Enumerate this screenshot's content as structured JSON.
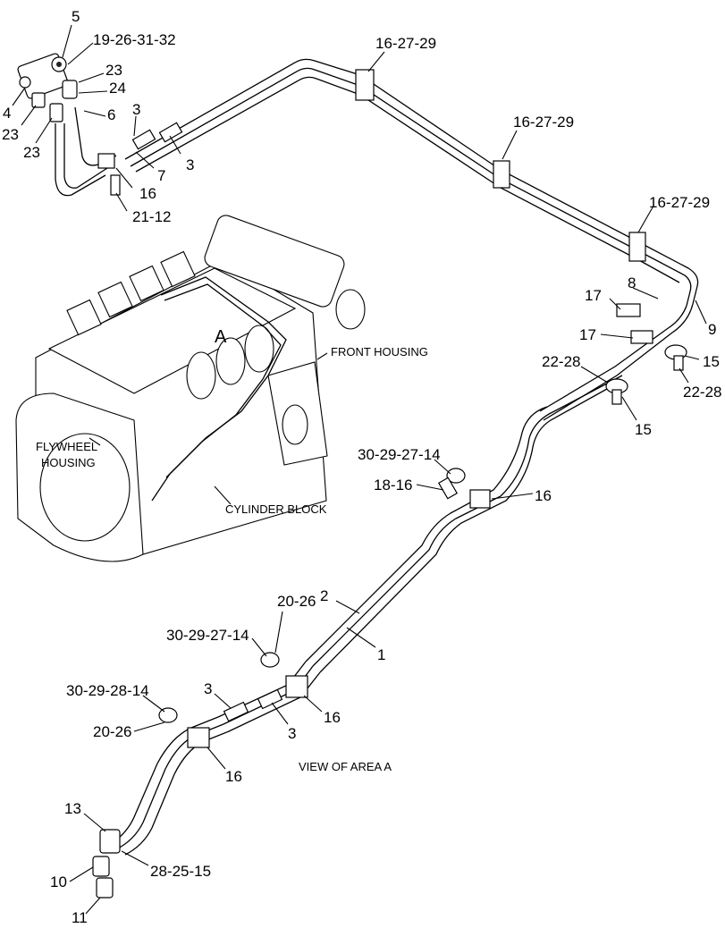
{
  "diagram": {
    "captions": {
      "front_housing": "FRONT HOUSING",
      "flywheel_housing_line1": "FLYWHEEL",
      "flywheel_housing_line2": "HOUSING",
      "cylinder_block": "CYLINDER BLOCK",
      "area_marker": "A",
      "view_title": "VIEW OF AREA  A"
    },
    "callouts": {
      "c5": "5",
      "c19_26_31_32": "19-26-31-32",
      "c23_a": "23",
      "c24": "24",
      "c4": "4",
      "c23_b": "23",
      "c6": "6",
      "c23_c": "23",
      "c3_a": "3",
      "c3_b": "3",
      "c7": "7",
      "c16_a": "16",
      "c21_12": "21-12",
      "c16_27_29_a": "16-27-29",
      "c16_27_29_b": "16-27-29",
      "c16_27_29_c": "16-27-29",
      "c17_a": "17",
      "c8": "8",
      "c17_b": "17",
      "c9": "9",
      "c22_28_a": "22-28",
      "c15_a": "15",
      "c22_28_b": "22-28",
      "c15_b": "15",
      "c30_29_27_14_a": "30-29-27-14",
      "c18_16": "18-16",
      "c16_b": "16",
      "c20_26_a": "20-26",
      "c2": "2",
      "c30_29_27_14_b": "30-29-27-14",
      "c1": "1",
      "c3_c": "3",
      "c30_29_28_14": "30-29-28-14",
      "c3_d": "3",
      "c16_c": "16",
      "c20_26_b": "20-26",
      "c16_d": "16",
      "c13": "13",
      "c28_25_15": "28-25-15",
      "c10": "10",
      "c11": "11"
    }
  }
}
